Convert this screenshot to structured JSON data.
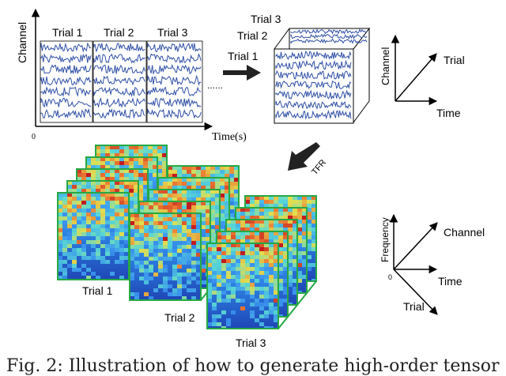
{
  "top": {
    "ylabel": "Channel",
    "xlabel": "Time(s)",
    "origin": "0",
    "trials": [
      "Trial 1",
      "Trial 2",
      "Trial 3"
    ],
    "ellipsis": "......",
    "arrow_label": "Trial 1"
  },
  "cube": {
    "labels": [
      "Trial 3",
      "Trial 2"
    ]
  },
  "axes3": {
    "y": "Channel",
    "z": "Trial",
    "x": "Time"
  },
  "tfr": {
    "arrow_label": "TFR",
    "trial_labels": [
      "Trial 1",
      "Trial 2",
      "Trial 3"
    ]
  },
  "axes4": {
    "y": "Frequency",
    "z": "Channel",
    "x": "Time",
    "w": "Trial",
    "origin": "0"
  },
  "caption": "Fig. 2: Illustration of how to generate high-order tensor",
  "colors": {
    "eeg": "#2f4fa6",
    "tfr_border": "#27a844",
    "arrow": "#222222"
  }
}
